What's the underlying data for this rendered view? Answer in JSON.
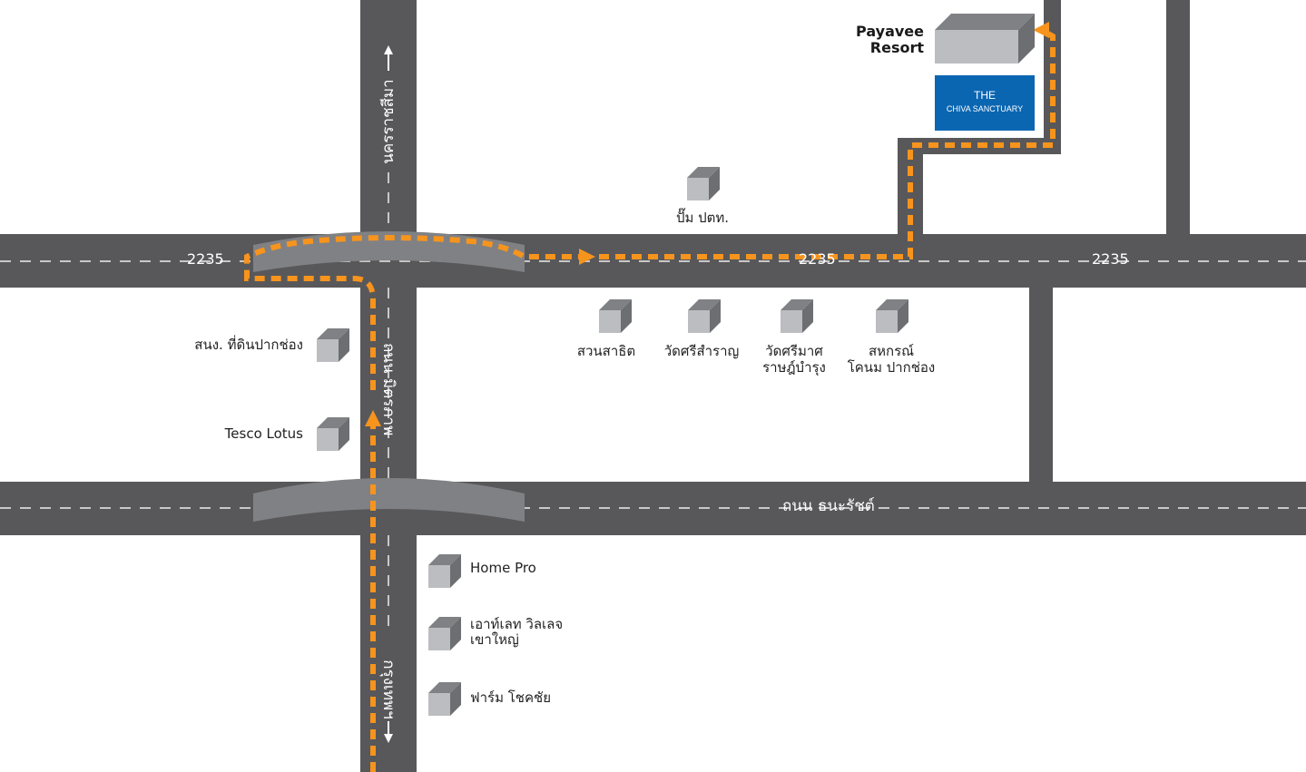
{
  "roads": {
    "route_2235_left": "2235",
    "route_2235_middle": "2235",
    "route_2235_right": "2235",
    "thanarat_road": "ถนน ธนะรัชต์",
    "mittraphap_road": "ถนน มิตรภาพ",
    "to_nakhon_ratchasima": "นครราชสีมา",
    "to_bangkok": "กรุงเทพฯ"
  },
  "places": {
    "payavee_resort": "Payavee\nResort",
    "ptt_station": "ปั๊ม ปตท.",
    "pakchong_land_office": "สนง. ที่ดินปากช่อง",
    "tesco_lotus": "Tesco Lotus",
    "suan_satharana": "สวนสาธิต",
    "wat_sri_samran": "วัดศรีสำราญ",
    "wat_sri_mahat": "วัดศรีมาศ\nราษฎ์บำรุง",
    "khanom_cooperative": "สหกรณ์\nโคนม ปากช่อง",
    "home_pro": "Home Pro",
    "outlet_village": "เอาท์เลท วิลเลจ\nเขาใหญ่",
    "farm_chokchai": "ฟาร์ม  โชคชัย"
  },
  "destination": {
    "line1": "THE",
    "line2": "CHIVA SANCTUARY",
    "color": "#0b66b2"
  },
  "colors": {
    "road": "#58585a",
    "bridge": "#808184",
    "route": "#f7941d",
    "building": "#bcbdc0"
  }
}
